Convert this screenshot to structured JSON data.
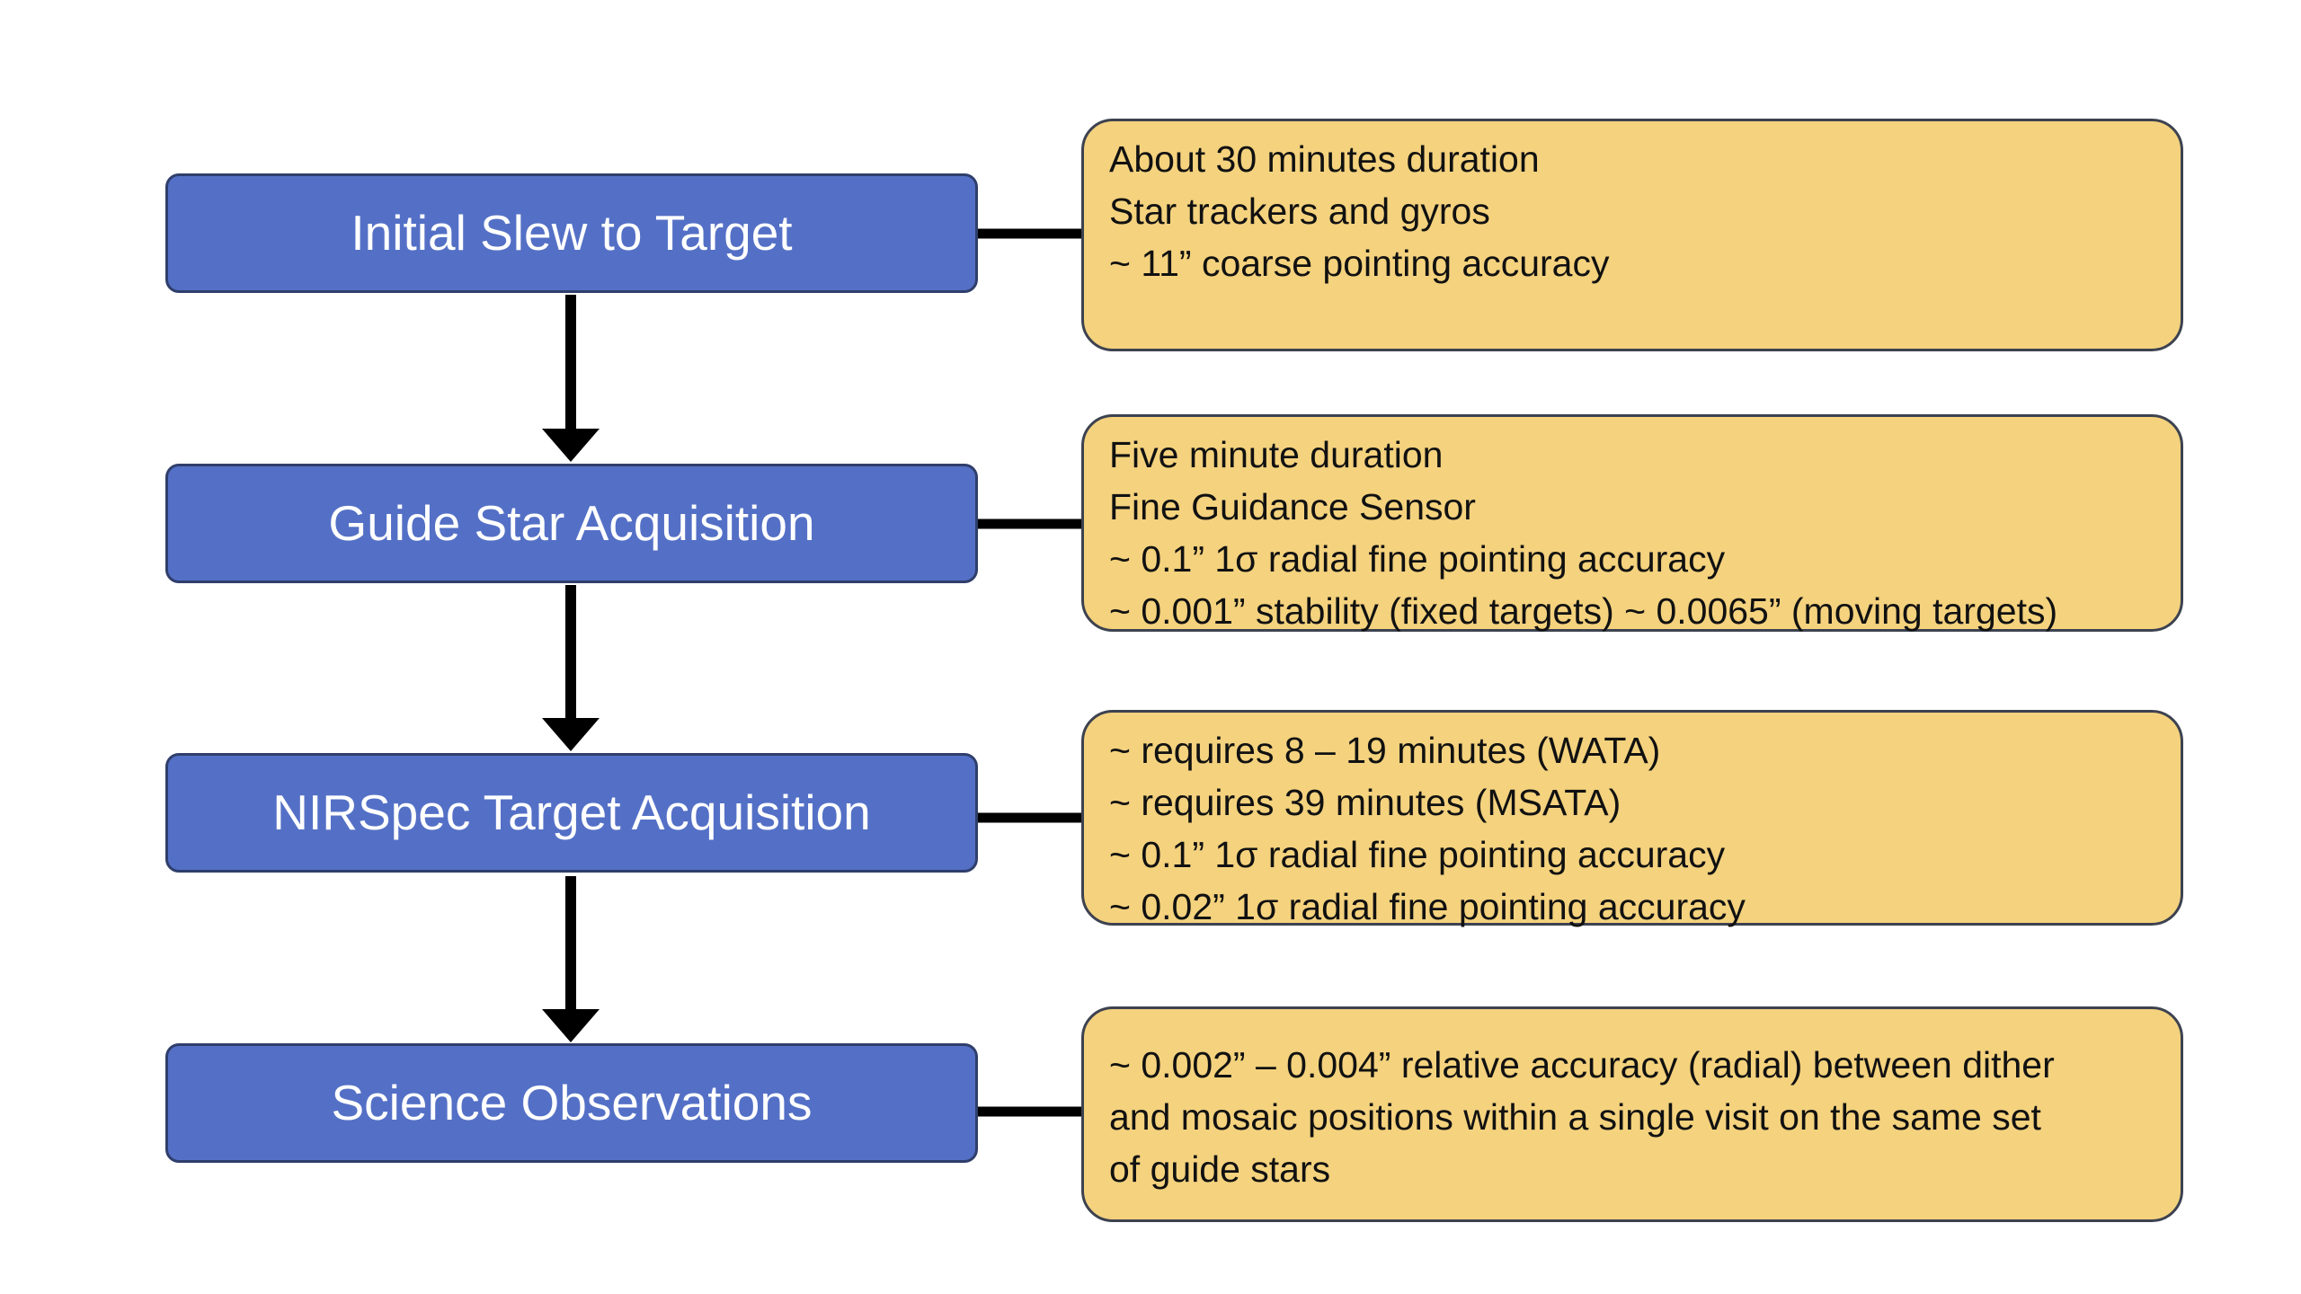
{
  "colors": {
    "step_fill": "#5470C6",
    "step_border": "#2F3E6B",
    "step_text": "#FFFFFF",
    "note_fill": "#F4D27E",
    "note_border": "#3D4250",
    "note_text": "#111111",
    "connector": "#000000"
  },
  "steps": [
    {
      "label": "Initial Slew to Target",
      "notes": [
        "About 30 minutes duration",
        "Star trackers and gyros",
        "~ 11” coarse pointing accuracy"
      ]
    },
    {
      "label": "Guide Star Acquisition",
      "notes": [
        "Five minute duration",
        "Fine Guidance Sensor",
        "~ 0.1” 1σ radial fine pointing accuracy",
        "~ 0.001” stability (fixed targets)  ~ 0.0065” (moving targets)"
      ]
    },
    {
      "label": "NIRSpec Target Acquisition",
      "notes": [
        "~ requires 8 – 19 minutes (WATA)",
        "~ requires 39 minutes (MSATA)",
        "~ 0.1” 1σ radial fine pointing accuracy",
        "~ 0.02” 1σ radial fine pointing accuracy"
      ]
    },
    {
      "label": "Science Observations",
      "notes": [
        "~ 0.002” – 0.004” relative accuracy (radial) between dither",
        "and mosaic positions within a single visit on the same set",
        "of guide stars"
      ]
    }
  ]
}
